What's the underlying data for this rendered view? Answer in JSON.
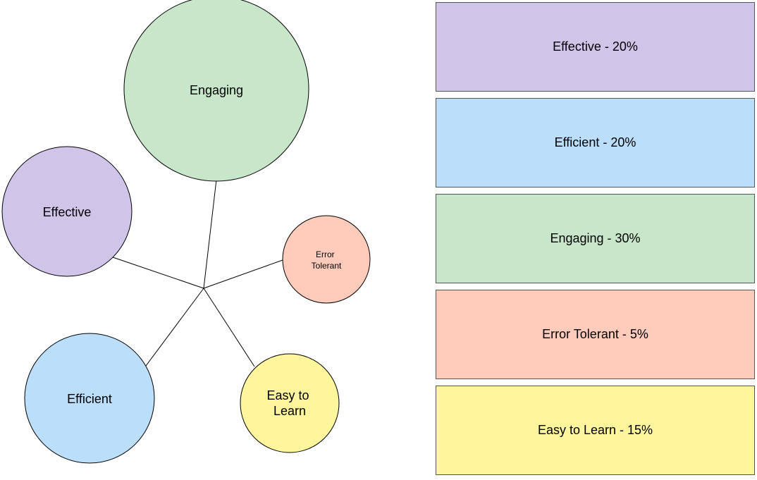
{
  "nodes": [
    {
      "id": "engaging",
      "label_lines": [
        "Engaging"
      ],
      "color": "#c8e6c9"
    },
    {
      "id": "effective",
      "label_lines": [
        "Effective"
      ],
      "color": "#d1c4e9"
    },
    {
      "id": "error-tolerant",
      "label_lines": [
        "Error",
        "Tolerant"
      ],
      "color": "#ffccbc"
    },
    {
      "id": "efficient",
      "label_lines": [
        "Efficient"
      ],
      "color": "#bbdefb"
    },
    {
      "id": "easy-to-learn",
      "label_lines": [
        "Easy to",
        "Learn"
      ],
      "color": "#fff59d"
    }
  ],
  "legend": [
    {
      "id": "effective",
      "label": "Effective - 20%",
      "percent": 20,
      "color": "#d1c4e9"
    },
    {
      "id": "efficient",
      "label": "Efficient - 20%",
      "percent": 20,
      "color": "#bbdefb"
    },
    {
      "id": "engaging",
      "label": "Engaging - 30%",
      "percent": 30,
      "color": "#c8e6c9"
    },
    {
      "id": "error-tolerant",
      "label": "Error Tolerant - 5%",
      "percent": 5,
      "color": "#ffccbc"
    },
    {
      "id": "easy-to-learn",
      "label": "Easy to Learn - 15%",
      "percent": 15,
      "color": "#fff59d"
    }
  ]
}
